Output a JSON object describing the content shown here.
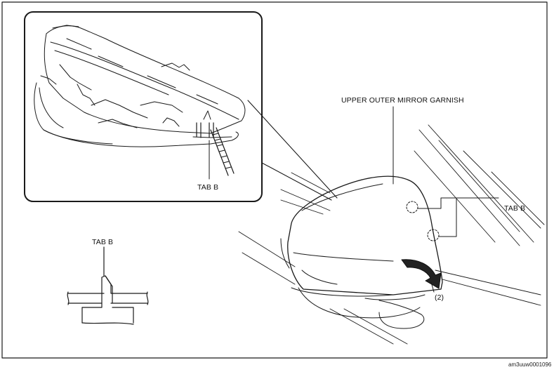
{
  "labels": {
    "upper_garnish": "UPPER OUTER MIRROR GARNISH",
    "tab_b_inset": "TAB B",
    "tab_b_main": "TAB B",
    "tab_b_section": "TAB B",
    "step": "(2)",
    "figure_ref": "am3uuw0001096"
  },
  "colors": {
    "line": "#1a1a1a",
    "arrow_fill": "#222222",
    "background": "#ffffff"
  }
}
